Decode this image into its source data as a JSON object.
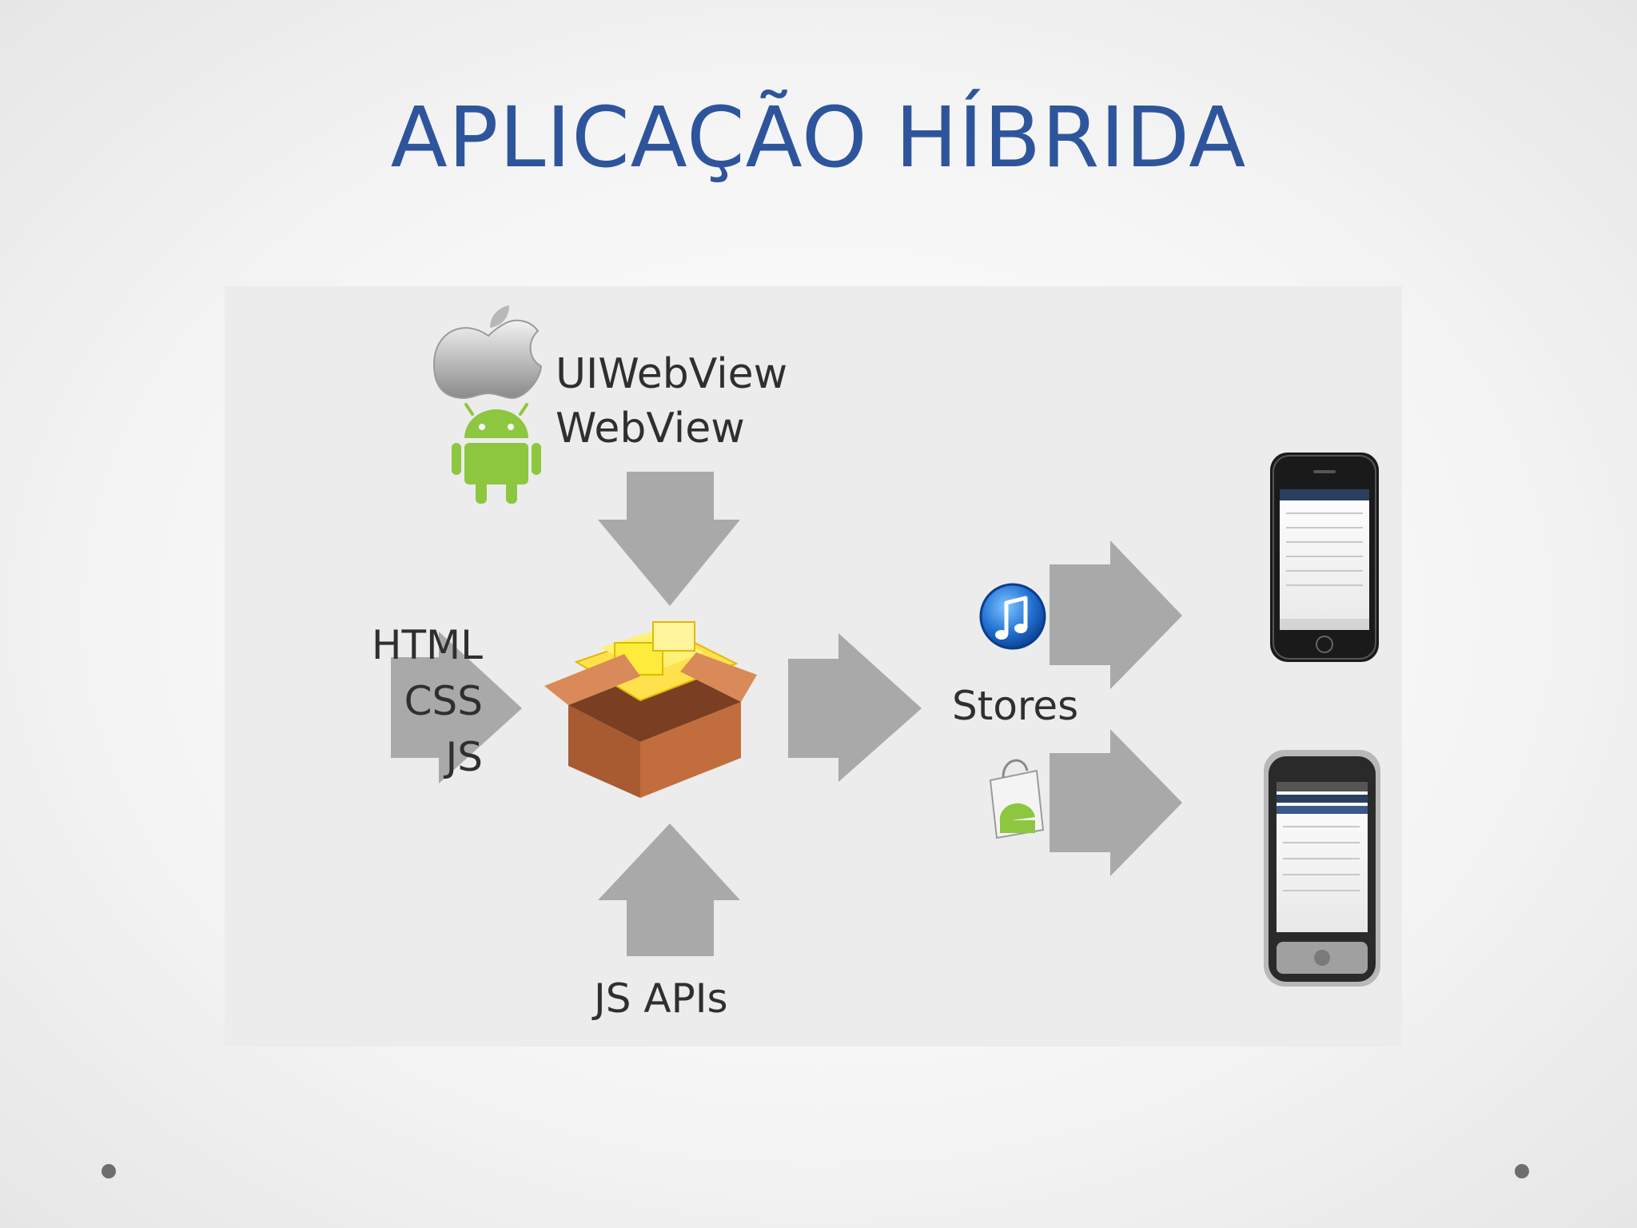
{
  "slide": {
    "title": "APLICAÇÃO HÍBRIDA"
  },
  "diagram": {
    "top_labels": {
      "ios": "UIWebView",
      "android": "WebView"
    },
    "inputs": [
      "HTML",
      "CSS",
      "JS"
    ],
    "bottom_label": "JS APIs",
    "store_label": "Stores",
    "icons": [
      "apple-logo-icon",
      "android-robot-icon",
      "package-box-icon",
      "itunes-store-icon",
      "android-market-icon",
      "iphone-icon",
      "android-phone-icon"
    ],
    "colors": {
      "title": "#2e559c",
      "arrow": "#a9a9a9",
      "android": "#8dc63f",
      "box": "#b5663a",
      "itunes": "#1f6fd1"
    }
  }
}
